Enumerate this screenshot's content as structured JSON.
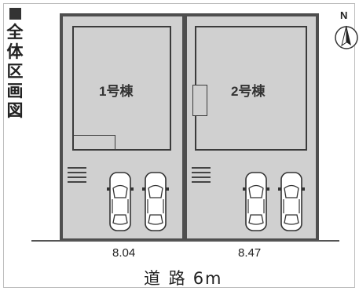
{
  "title": {
    "marker": "■",
    "text": "全体区画図"
  },
  "compass": {
    "label": "N"
  },
  "lots": [
    {
      "building_label": "1号棟",
      "frontage": "8.04"
    },
    {
      "building_label": "2号棟",
      "frontage": "8.47"
    }
  ],
  "road": {
    "label": "道 路",
    "width": "6m"
  },
  "colors": {
    "lot_fill": "#d0d0d0",
    "outline": "#4e4e4e"
  },
  "icons": [
    "compass-icon",
    "car-icon"
  ]
}
